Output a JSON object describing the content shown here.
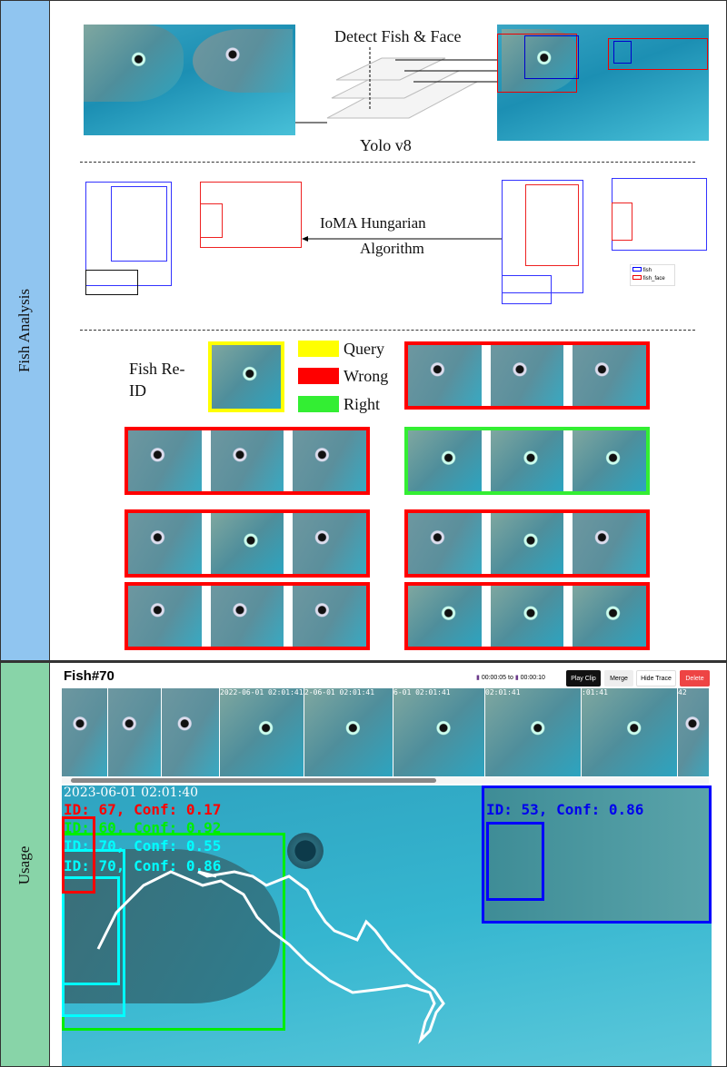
{
  "sections": {
    "analysis": "Fish Analysis",
    "usage": "Usage"
  },
  "detect": {
    "title": "Detect Fish & Face",
    "model": "Yolo v8"
  },
  "matching": {
    "label_line1": "IoMA Hungarian",
    "label_line2": "Algorithm",
    "legend": [
      "fish",
      "fish_face"
    ]
  },
  "reid": {
    "title_line1": "Fish Re-",
    "title_line2": "ID",
    "legend": [
      {
        "label": "Query",
        "color": "#ffff00"
      },
      {
        "label": "Wrong",
        "color": "#ff0000"
      },
      {
        "label": "Right",
        "color": "#33ee33"
      }
    ]
  },
  "usage": {
    "title": "Fish#70",
    "time_from": "00:00:05",
    "to": "to",
    "time_to": "00:00:10",
    "buttons": {
      "play": "Play Clip",
      "merge": "Merge",
      "hide": "Hide Trace",
      "delete": "Delete"
    },
    "thumb_stamps": [
      "2022-06-01 02:01:41",
      "2-06-01 02:01:41",
      "6-01 02:01:41",
      "02:01:41",
      ":01:41",
      "42"
    ],
    "overlays": [
      {
        "text": "2023-06-01 02:01:40",
        "color": "#ffffff"
      },
      {
        "text": "ID: 67, Conf: 0.17",
        "color": "#ff0000"
      },
      {
        "text": "ID: 60, Conf: 0.92",
        "color": "#00ee00"
      },
      {
        "text": "ID: 70, Conf: 0.55",
        "color": "#00ffff"
      },
      {
        "text": "ID: 70, Conf: 0.86",
        "color": "#00ffff"
      },
      {
        "text": "ID: 53, Conf: 0.86",
        "color": "#0000ee"
      }
    ]
  }
}
